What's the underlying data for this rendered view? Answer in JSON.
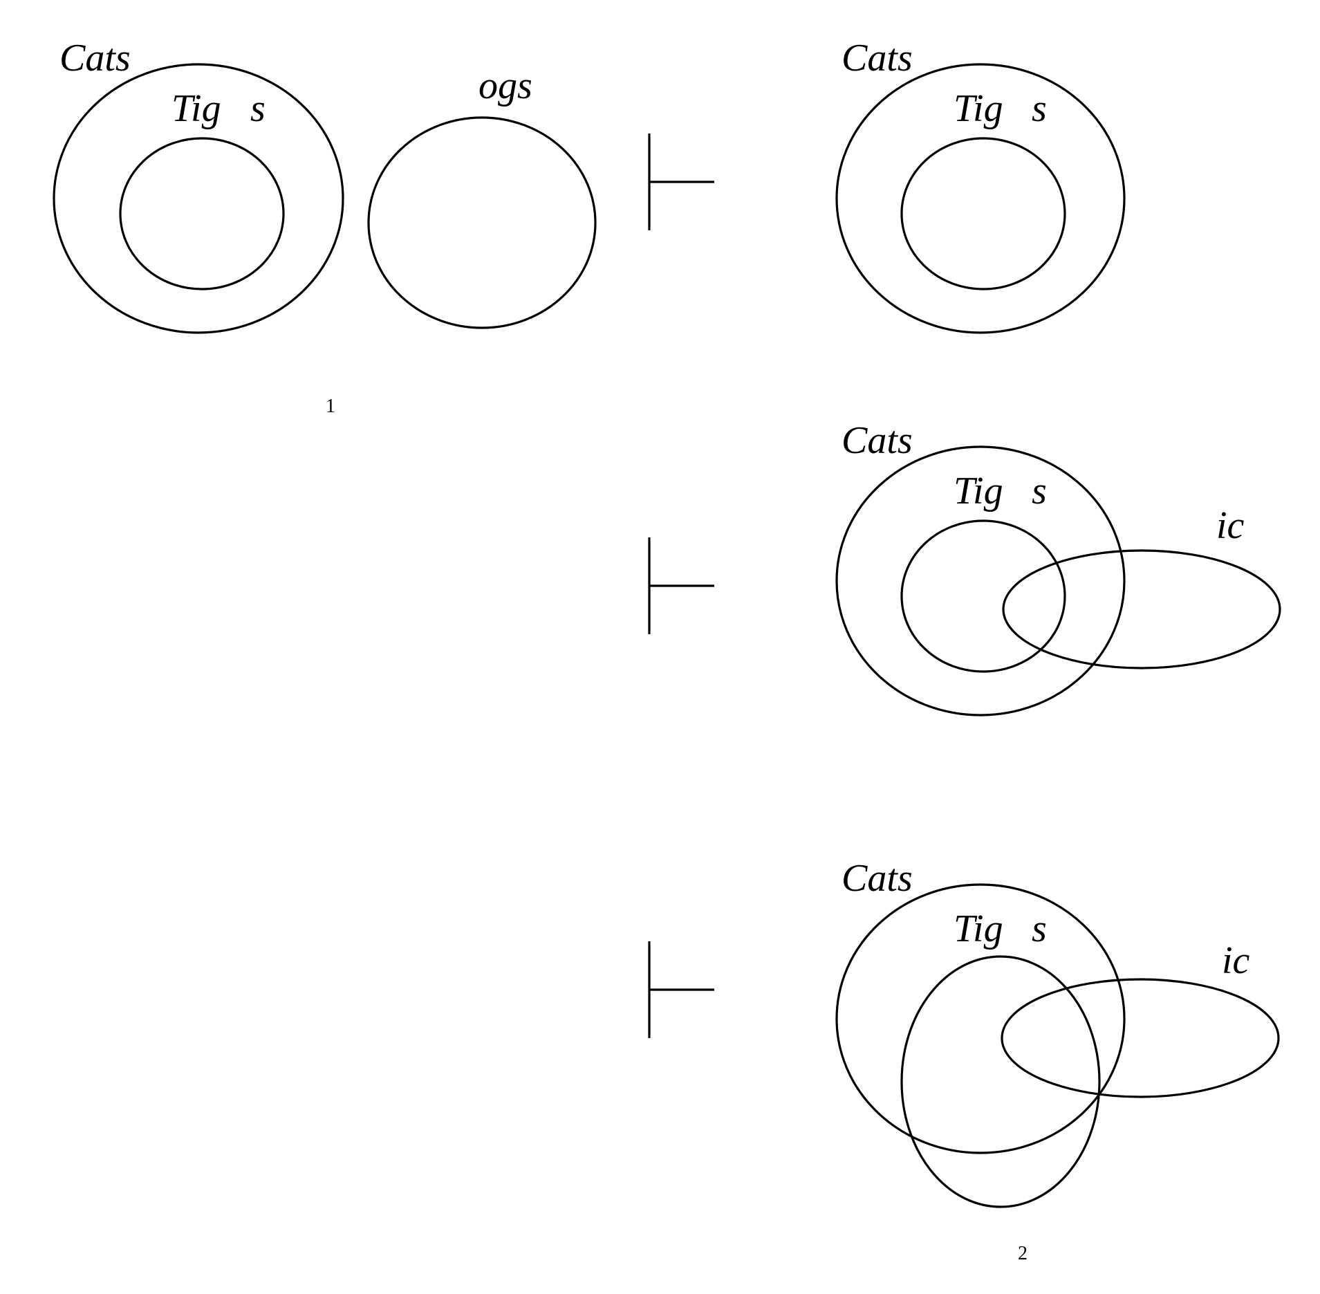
{
  "labels": {
    "cats": "Cats",
    "tig": "Tig",
    "s": "s",
    "ogs": "ogs",
    "ic": "ic"
  },
  "figure_numbers": {
    "first": "1",
    "second": "2"
  },
  "colors": {
    "ink": "#000000",
    "background": "#ffffff"
  }
}
